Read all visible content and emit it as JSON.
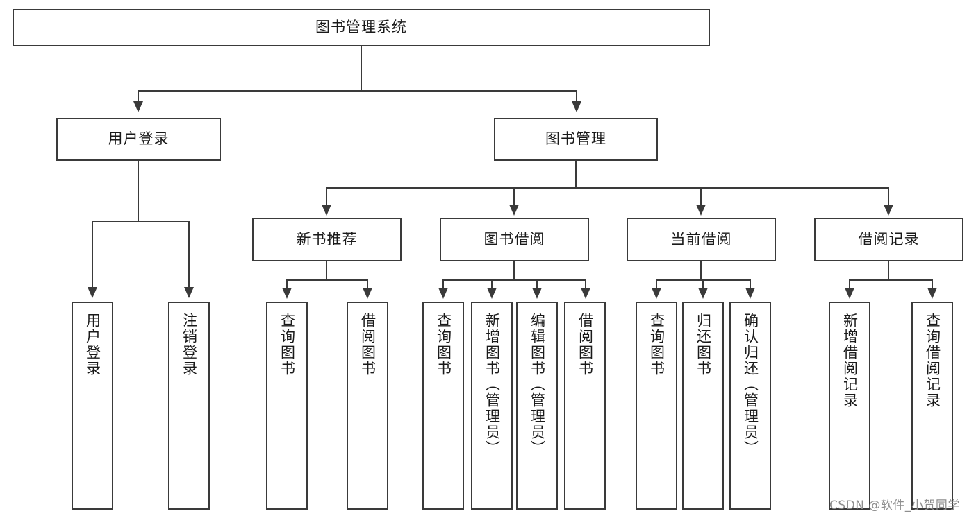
{
  "diagram": {
    "title": "图书管理系统",
    "type": "function-structure-tree",
    "watermark": "CSDN @软件_小贺同学",
    "colors": {
      "stroke": "#3a3a3a",
      "box_fill": "#ffffff",
      "text": "#1a1a1a",
      "watermark": "#8e8e8e",
      "background": "#ffffff"
    },
    "root": {
      "id": "root",
      "label": "图书管理系统"
    },
    "level2": [
      {
        "id": "user-login",
        "label": "用户登录"
      },
      {
        "id": "book-management",
        "label": "图书管理"
      }
    ],
    "level3": [
      {
        "id": "new-book-recommend",
        "label": "新书推荐"
      },
      {
        "id": "book-borrow",
        "label": "图书借阅"
      },
      {
        "id": "current-borrow",
        "label": "当前借阅"
      },
      {
        "id": "borrow-record",
        "label": "借阅记录"
      }
    ],
    "leaves": {
      "user_login": [
        {
          "id": "leaf-user-login",
          "label": "用户登录"
        },
        {
          "id": "leaf-logout",
          "label": "注销登录"
        }
      ],
      "new_book_recommend": [
        {
          "id": "leaf-query-book-1",
          "label": "查询图书"
        },
        {
          "id": "leaf-borrow-book-1",
          "label": "借阅图书"
        }
      ],
      "book_borrow": [
        {
          "id": "leaf-query-book-2",
          "label": "查询图书"
        },
        {
          "id": "leaf-add-book",
          "label": "新增图书（管理员）"
        },
        {
          "id": "leaf-edit-book",
          "label": "编辑图书（管理员）"
        },
        {
          "id": "leaf-borrow-book-2",
          "label": "借阅图书"
        }
      ],
      "current_borrow": [
        {
          "id": "leaf-query-book-3",
          "label": "查询图书"
        },
        {
          "id": "leaf-return-book",
          "label": "归还图书"
        },
        {
          "id": "leaf-confirm-return",
          "label": "确认归还（管理员）"
        }
      ],
      "borrow_record": [
        {
          "id": "leaf-add-record",
          "label": "新增借阅记录"
        },
        {
          "id": "leaf-query-record",
          "label": "查询借阅记录"
        }
      ]
    }
  }
}
